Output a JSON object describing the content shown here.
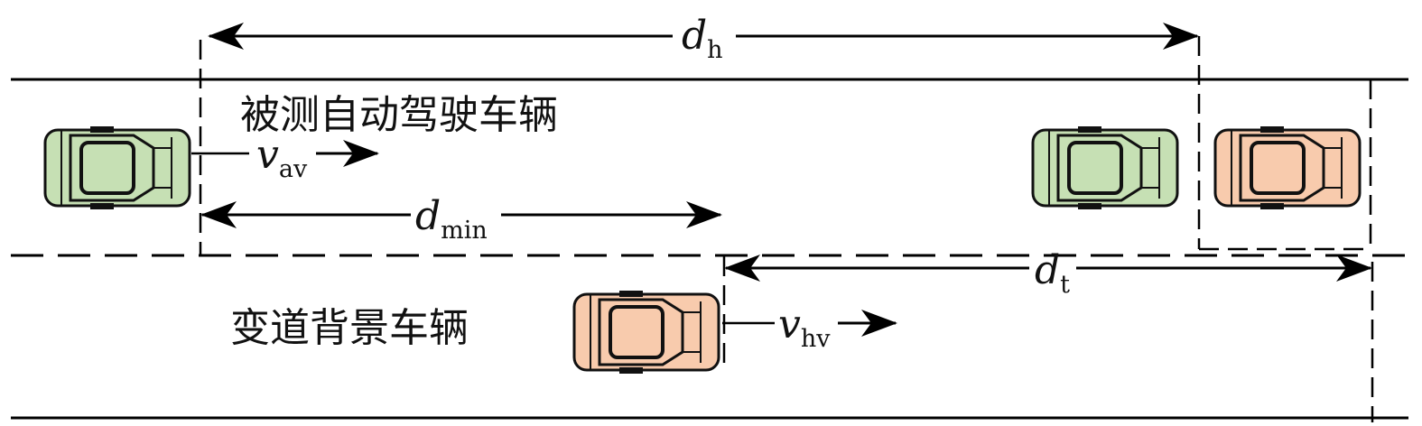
{
  "labels": {
    "test_vehicle": "被测自动驾驶车辆",
    "background_vehicle": "变道背景车辆"
  },
  "dimensions": {
    "dh": {
      "symbol": "d",
      "subscript": "h"
    },
    "dmin": {
      "symbol": "d",
      "subscript": "min"
    },
    "dt": {
      "symbol": "d",
      "subscript": "t"
    }
  },
  "velocities": {
    "vav": {
      "symbol": "v",
      "subscript": "av"
    },
    "vhv": {
      "symbol": "v",
      "subscript": "hv"
    }
  },
  "colors": {
    "autonomous_vehicle": "#c6e0b4",
    "background_vehicle": "#f8cbad",
    "line": "#000000"
  }
}
